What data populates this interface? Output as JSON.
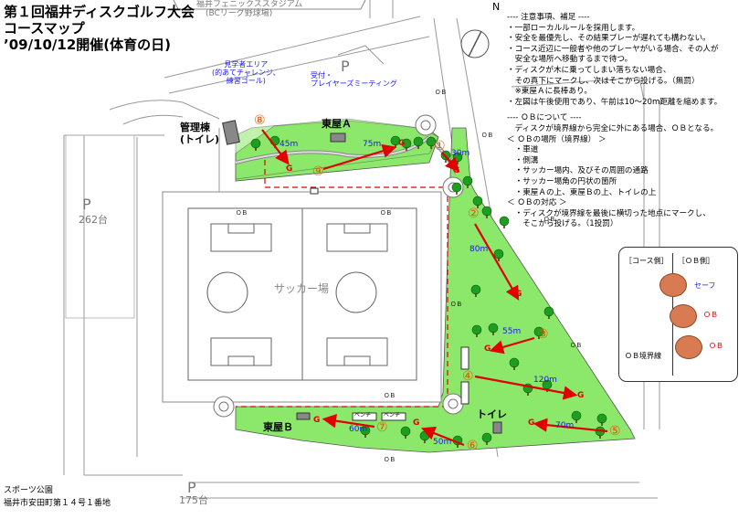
{
  "title": {
    "line1": "第１回福井ディスクゴルフ大会",
    "line2": "コースマップ",
    "line3": "’09/10/12開催(体育の日)"
  },
  "landmarks": {
    "stadium_line1": "福井フェニックススタジアム",
    "stadium_line2": "(BCリーグ野球場)",
    "north": "N",
    "parking_top": "P",
    "parking_left": "P",
    "parking_left_count": "262台",
    "parking_bottom": "P",
    "parking_bottom_count": "175台",
    "soccer_field": "サッカー場",
    "kanri_line1": "管理棟",
    "kanri_line2": "(トイレ)",
    "azumaya_a": "東屋Ａ",
    "azumaya_b": "東屋Ｂ",
    "toilet": "トイレ",
    "bench": "ベンチ"
  },
  "annotations": {
    "visitor_line1": "見学者エリア",
    "visitor_line2": "(的あてチャレンジ、",
    "visitor_line3": "練習ゴール)",
    "reception_line1": "受付・",
    "reception_line2": "プレイヤーズミーティング"
  },
  "ob_label": "ＯＢ",
  "goal_label": "G",
  "holes": [
    {
      "number": "①",
      "distance": "30m"
    },
    {
      "number": "②",
      "distance": "80m"
    },
    {
      "number": "③",
      "distance": "55m"
    },
    {
      "number": "④",
      "distance": "120m"
    },
    {
      "number": "⑤",
      "distance": "70m"
    },
    {
      "number": "⑥",
      "distance": "50m"
    },
    {
      "number": "⑦",
      "distance": "60m"
    },
    {
      "number": "⑧",
      "distance": "45m"
    },
    {
      "number": "⑨",
      "distance": "75m"
    }
  ],
  "notes": {
    "heading": "---- 注意事項、補足 ----",
    "items": [
      "・一部ローカルルールを採用します。",
      "・安全を最優先し、その結果プレーが遅れても構わない。",
      "・コース近辺に一般者や他のプレーヤがいる場合、その人が",
      "　安全な場所へ移動するまで待つ。",
      "・ディスクが木に乗ってしまい落ちない場合、",
      "　その真下にマークし、次はそこから投げる。（無罰）",
      "　※東屋Ａに長棒あり。",
      "・左図は午後使用であり、午前は10～20m距離を縮めます。"
    ],
    "ob_heading": "---- ＯＢについて ----",
    "ob_items": [
      "　ディスクが境界線から完全に外にある場合、ＯＢとなる。",
      "＜ ＯＢの場所（境界線） ＞",
      "　・車道",
      "　・側溝",
      "　・サッカー場内、及びその周囲の通路",
      "　・サッカー場角の円状の箇所",
      "　・東屋Ａの上、東屋Ｂの上、トイレの上",
      "＜ ＯＢの対応 ＞",
      "　・ディスクが境界線を最後に横切った地点にマークし、",
      "　　そこから投げる。（1投罰）"
    ]
  },
  "legend": {
    "course_side": "［コース側］",
    "ob_side": "［ＯＢ側］",
    "safe": "セーフ",
    "ob": "ＯＢ",
    "boundary": "ＯＢ境界線"
  },
  "address": {
    "line1": "スポーツ公園",
    "line2": "福井市安田町第１４号１番地"
  },
  "colors": {
    "grass": "#8CE86A",
    "arrow": "#E00000",
    "tree": "#1E9E1E",
    "hole_number": "#E05A00",
    "annotation_blue": "#1A1AE8",
    "disc": "#D87A52",
    "road_line": "#999999"
  }
}
